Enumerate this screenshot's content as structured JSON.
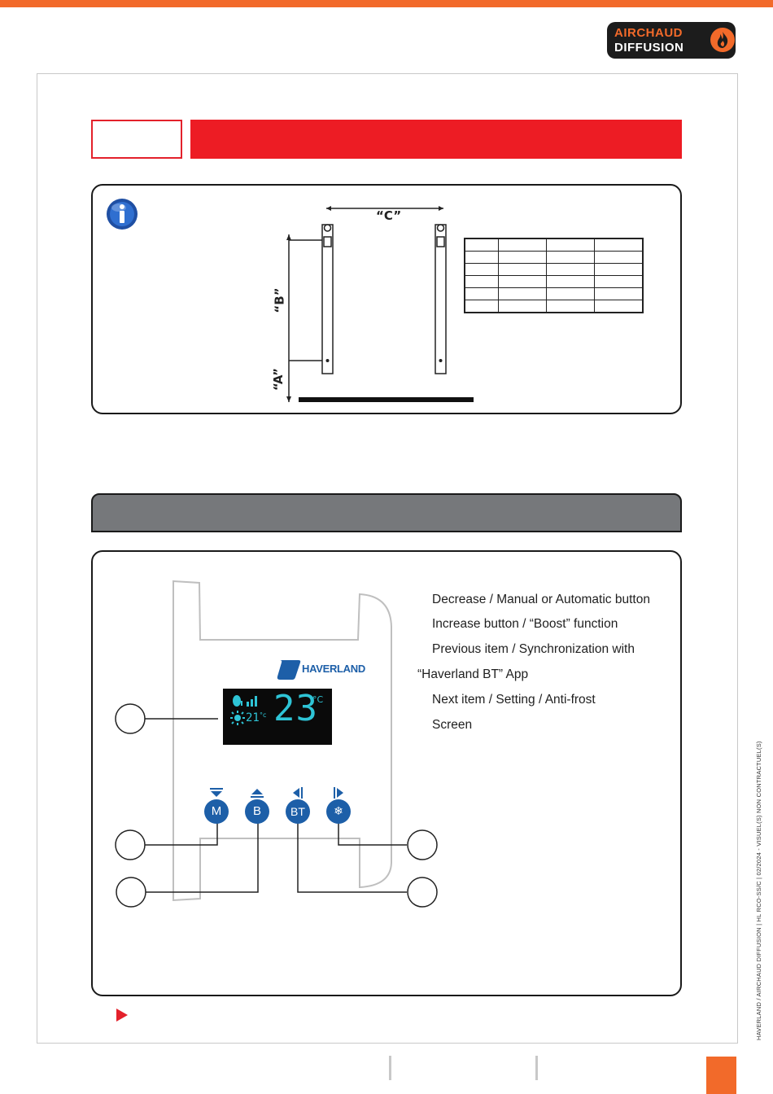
{
  "brand": {
    "line1": "AIRCHAUD",
    "line2": "DIFFUSION",
    "accent": "#f26a2a",
    "dark": "#1c1c1c"
  },
  "section": {
    "number": "",
    "title": "",
    "bar_color": "#ed1c24"
  },
  "dimensions": {
    "icon": "info-icon",
    "labels": {
      "a": "“A”",
      "b": "“B”",
      "c": "“C”"
    },
    "table_rows": [
      [
        "",
        "",
        "",
        ""
      ],
      [
        "",
        "",
        "",
        ""
      ],
      [
        "",
        "",
        "",
        ""
      ],
      [
        "",
        "",
        "",
        ""
      ],
      [
        "",
        "",
        "",
        ""
      ],
      [
        "",
        "",
        "",
        ""
      ]
    ]
  },
  "control": {
    "header_title": "",
    "header_color": "#76787b",
    "brand_label": "HAVERLAND",
    "display": {
      "temperature": "23",
      "unit": "°C",
      "small_temp": "21",
      "small_unit": "°c",
      "color": "#2ec4d6"
    },
    "buttons": [
      {
        "name": "decrease-manual-button",
        "label": "M",
        "icon": "triangle-down-icon"
      },
      {
        "name": "increase-boost-button",
        "label": "B",
        "icon": "triangle-up-icon"
      },
      {
        "name": "previous-sync-button",
        "label": "BT",
        "icon": "triangle-left-icon"
      },
      {
        "name": "next-setting-button",
        "label": "❄",
        "icon": "triangle-right-icon"
      }
    ],
    "button_color": "#1d5fa8",
    "legend": [
      "Decrease / Manual or Automatic button",
      "Increase button / “Boost” function",
      "Previous item / Synchronization with",
      "“Haverland BT” App",
      "Next item / Setting / Anti-frost",
      "Screen"
    ]
  },
  "footer": {
    "vertical_text": "HAVERLAND / AIRCHAUD DIFFUSION | HL RCO-SS/C | 02/2024 - VISUEL(S) NON CONTRACTUEL(S)",
    "marker_color": "#e3212b"
  }
}
